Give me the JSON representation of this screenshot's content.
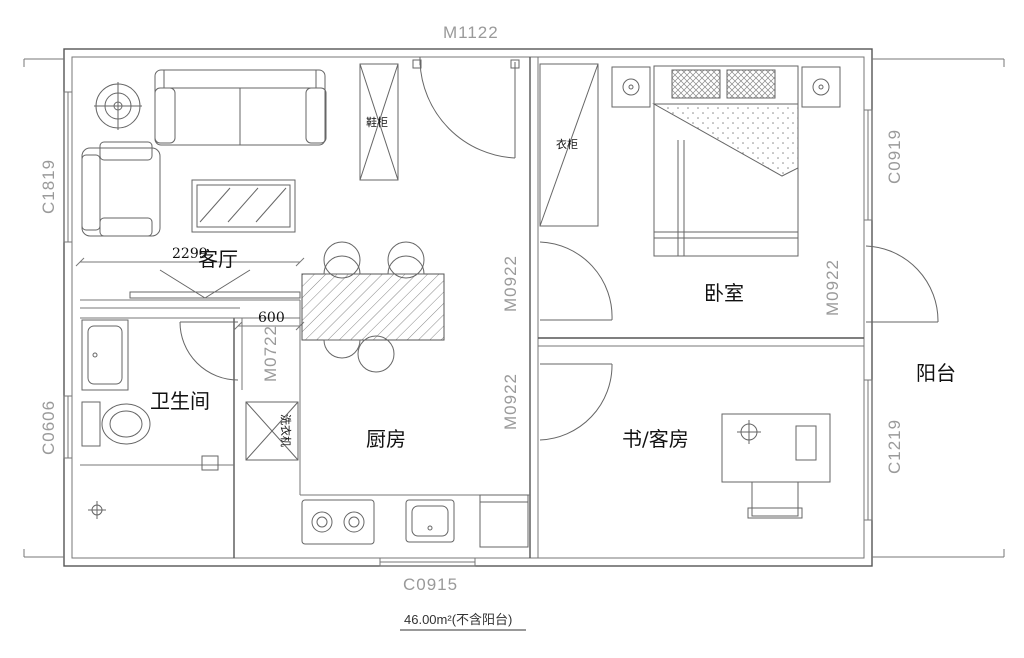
{
  "rooms": {
    "living": "客厅",
    "bathroom": "卫生间",
    "kitchen": "厨房",
    "bedroom": "卧室",
    "study": "书/客房",
    "balcony": "阳台"
  },
  "furniture": {
    "shoe_cabinet": "鞋柜",
    "wardrobe": "衣柜",
    "washer": "洗衣机"
  },
  "openings": {
    "entry_door": "M1122",
    "window_left_top": "C1819",
    "window_left_bottom": "C0606",
    "window_right_top": "C0919",
    "window_right_bottom": "C1219",
    "window_bottom": "C0915",
    "door_kitchen": "M0722",
    "door_bedroom_left": "M0922",
    "door_study": "M0922",
    "door_balcony": "M0922"
  },
  "dimensions": {
    "living_width": "2299",
    "bath_gap": "600"
  },
  "area": "46.00m²(不含阳台)"
}
